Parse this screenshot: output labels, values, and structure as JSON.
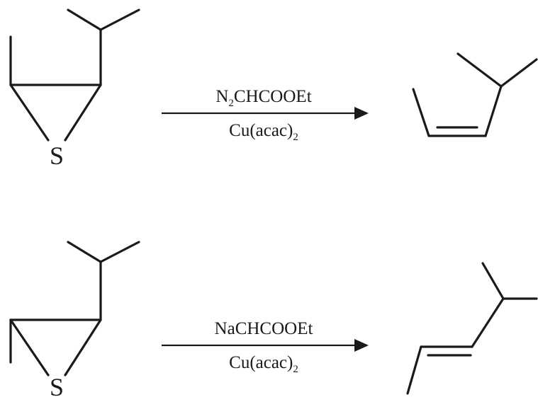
{
  "reactions": [
    {
      "reactant": {
        "heteroatom": "S"
      },
      "conditions": {
        "reagent": {
          "prefix": "N",
          "subscript": "2",
          "suffix": "CHCOOEt"
        },
        "catalyst": {
          "prefix": "Cu(acac)",
          "subscript": "2"
        }
      }
    },
    {
      "reactant": {
        "heteroatom": "S"
      },
      "conditions": {
        "reagent": {
          "prefix": "NaCHCOOEt",
          "subscript": "",
          "suffix": ""
        },
        "catalyst": {
          "prefix": "Cu(acac)",
          "subscript": "2"
        }
      }
    }
  ]
}
